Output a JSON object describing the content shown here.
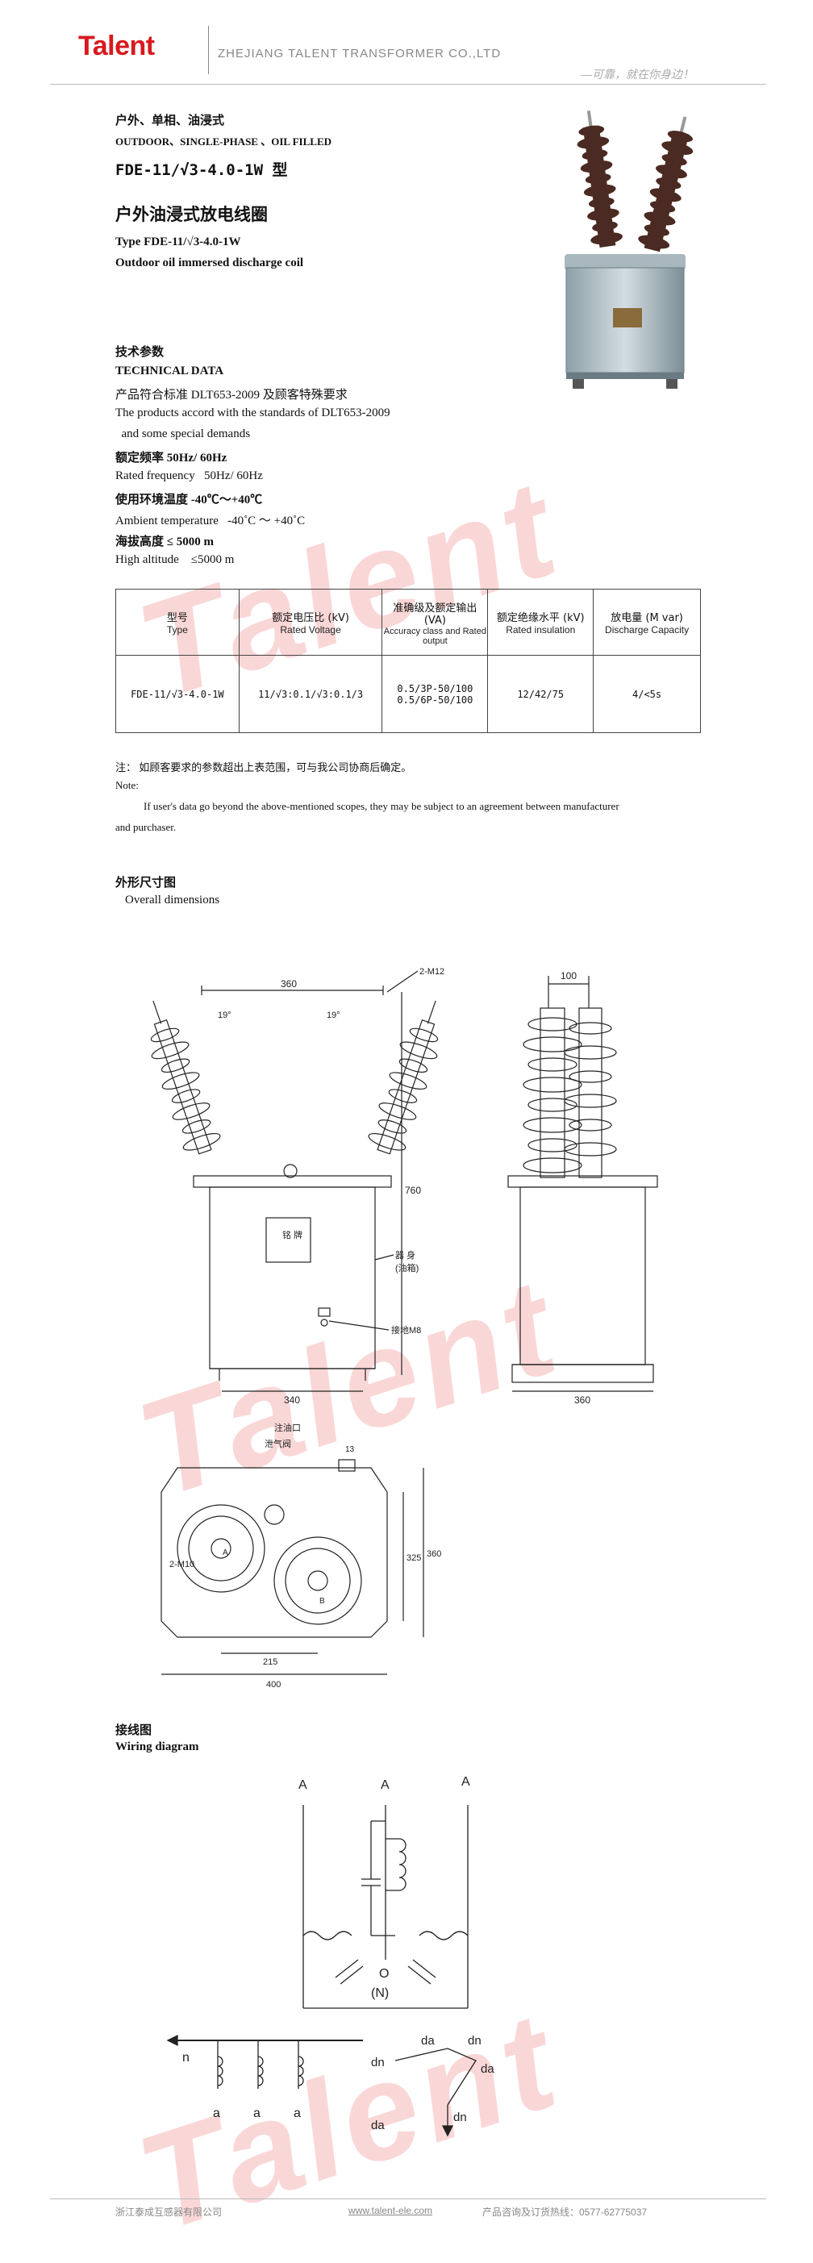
{
  "header": {
    "brand": "Talent",
    "company": "ZHEJIANG TALENT TRANSFORMER CO.,LTD",
    "slogan": "—可靠，就在你身边！"
  },
  "product": {
    "category_cn": "户外、单相、油浸式",
    "category_en": "OUTDOOR、SINGLE-PHASE 、OIL FILLED",
    "model_title": "FDE-11/√3-4.0-1W 型",
    "name_cn": "户外油浸式放电线圈",
    "type_line": "Type  FDE-11/√3-4.0-1W",
    "name_en": "Outdoor oil immersed discharge coil"
  },
  "technical": {
    "heading_cn": "技术参数",
    "heading_en": "TECHNICAL DATA",
    "lines": [
      "产品符合标准 DLT653-2009 及顾客特殊要求",
      "The products accord with the standards of DLT653-2009",
      "  and some special demands",
      "额定频率 50Hz/ 60Hz",
      "Rated frequency   50Hz/ 60Hz",
      "使用环境温度 -40℃～+40℃",
      "Ambient temperature   -40˚C ～ +40˚C",
      "海拔高度 ≤ 5000 m",
      "High altitude    ≤5000 m"
    ]
  },
  "table": {
    "headers": [
      {
        "cn": "型号",
        "en": "Type"
      },
      {
        "cn": "额定电压比 (kV)",
        "en": "Rated Voltage"
      },
      {
        "cn": "准确级及额定输出 (VA)",
        "en": "Accuracy class and Rated output"
      },
      {
        "cn": "额定绝缘水平 (kV)",
        "en": "Rated insulation"
      },
      {
        "cn": "放电量 (M var)",
        "en": "Discharge Capacity"
      }
    ],
    "row": [
      "FDE-11/√3-4.0-1W",
      "11/√3:0.1/√3:0.1/3",
      "0.5/3P-50/100",
      "0.5/6P-50/100",
      "12/42/75",
      "4/<5s"
    ]
  },
  "note": {
    "cn": "注：   如顾客要求的参数超出上表范围，可与我公司协商后确定。",
    "en_label": "Note:",
    "en_text": "If user's data go beyond the above-mentioned scopes, they may be subject to an agreement between manufacturer",
    "en_text2": "and purchaser."
  },
  "dimensions": {
    "heading_cn": "外形尺寸图",
    "heading_en": "Overall dimensions",
    "front_width_top": "360",
    "angle_left": "19°",
    "angle_right": "19°",
    "bolt": "2-M12",
    "height": "760",
    "nameplate": "铭 牌",
    "body_label": "器 身",
    "body_label2": "(油箱)",
    "ground": "接地M8",
    "front_base": "340",
    "side_top": "100",
    "side_base": "360",
    "oil_inlet": "注油口",
    "vent": "泄气阀",
    "plan_13": "13",
    "plan_bolt": "2-M10",
    "plan_325": "325",
    "plan_360": "360",
    "plan_215": "215",
    "plan_400": "400",
    "label_a": "A",
    "label_b": "B"
  },
  "wiring": {
    "heading_cn": "接线图",
    "heading_en": "Wiring diagram",
    "A": "A",
    "O": "O",
    "N": "(N)",
    "n": "n",
    "a": "a",
    "da": "da",
    "dn": "dn"
  },
  "footer": {
    "company_cn": "浙江泰成互感器有限公司",
    "website": "www.talent-ele.com",
    "hotline": "产品咨询及订货热线：0577-62775037"
  },
  "watermark": "Talent"
}
